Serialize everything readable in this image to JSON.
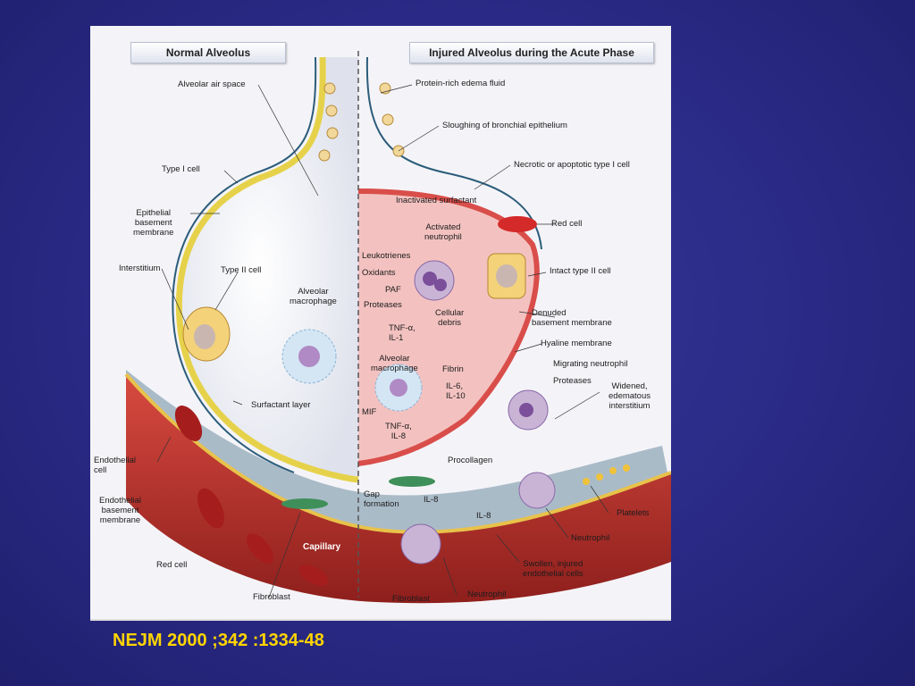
{
  "left_header": "Normal Alveolus",
  "right_header": "Injured Alveolus during the Acute Phase",
  "left_labels": {
    "alveolar_air_space": "Alveolar air space",
    "type_i_cell": "Type I cell",
    "epithelial_bm": "Epithelial\nbasement\nmembrane",
    "interstitium": "Interstitium",
    "type_ii_cell": "Type II cell",
    "alveolar_macrophage": "Alveolar\nmacrophage",
    "surfactant_layer": "Surfactant layer",
    "endothelial_cell": "Endothelial\ncell",
    "endothelial_bm": "Endothelial\nbasement\nmembrane",
    "red_cell": "Red cell",
    "capillary": "Capillary",
    "fibroblast": "Fibroblast"
  },
  "right_labels": {
    "protein_edema": "Protein-rich edema fluid",
    "sloughing": "Sloughing of bronchial epithelium",
    "necrotic": "Necrotic or apoptotic type I cell",
    "inactivated_surfactant": "Inactivated surfactant",
    "activated_neutrophil": "Activated\nneutrophil",
    "red_cell": "Red cell",
    "leukotrienes": "Leukotrienes",
    "oxidants": "Oxidants",
    "paf": "PAF",
    "proteases": "Proteases",
    "intact_type_ii": "Intact type II cell",
    "tnf_il1": "TNF-α,\nIL-1",
    "cellular_debris": "Cellular\ndebris",
    "denuded_bm": "Denuded\nbasement membrane",
    "hyaline_membrane": "Hyaline membrane",
    "alveolar_macrophage": "Alveolar\nmacrophage",
    "fibrin": "Fibrin",
    "migrating_neutrophil": "Migrating neutrophil",
    "proteases2": "Proteases",
    "il6_il10": "IL-6,\nIL-10",
    "widened": "Widened,\nedematous\ninterstitium",
    "mif": "MIF",
    "tnf_il8": "TNF-α,\nIL-8",
    "procollagen": "Procollagen",
    "gap_formation": "Gap\nformation",
    "il8_a": "IL-8",
    "il8_b": "IL-8",
    "platelets": "Platelets",
    "neutrophil": "Neutrophil",
    "swollen": "Swollen, injured\nendothelial cells",
    "fibroblast": "Fibroblast",
    "neutrophil2": "Neutrophil"
  },
  "citation": "NEJM 2000 ;342 :1334-48",
  "colors": {
    "background": "#2a2a86",
    "citation": "#ffd400",
    "edema": "#f3c2c0",
    "capillary": "#b8322c"
  }
}
